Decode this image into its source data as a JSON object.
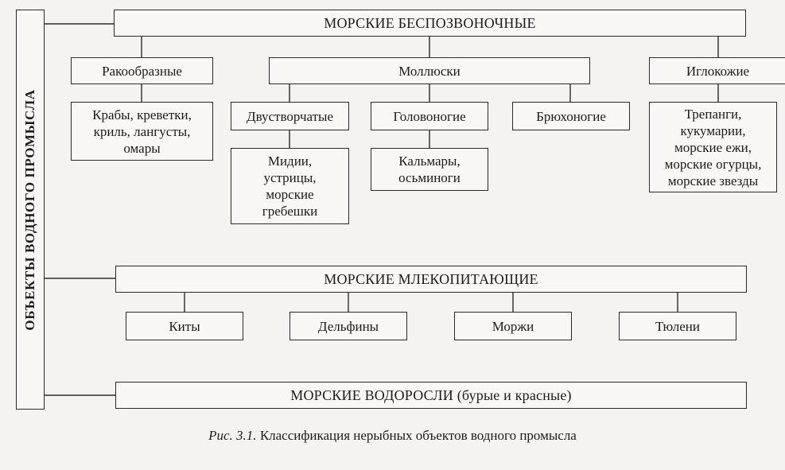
{
  "side_label": "ОБЪЕКТЫ ВОДНОГО ПРОМЫСЛА",
  "invertebrates": {
    "title": "МОРСКИЕ БЕСПОЗВОНОЧНЫЕ",
    "crustaceans": {
      "label": "Ракообразные",
      "examples": "Крабы, креветки,\nкриль, лангусты,\nомары"
    },
    "mollusks": {
      "label": "Моллюски",
      "bivalves": {
        "label": "Двустворчатые",
        "examples": "Мидии,\nустрицы,\nморские\nгребешки"
      },
      "cephalopods": {
        "label": "Головоногие",
        "examples": "Кальмары,\nосьминоги"
      },
      "gastropods": {
        "label": "Брюхоногие"
      }
    },
    "echinoderms": {
      "label": "Иглокожие",
      "examples": "Трепанги,\nкукумарии,\nморские ежи,\nморские огурцы,\nморские звезды"
    }
  },
  "mammals": {
    "title": "МОРСКИЕ МЛЕКОПИТАЮЩИЕ",
    "items": [
      "Киты",
      "Дельфины",
      "Моржи",
      "Тюлени"
    ]
  },
  "algae": {
    "title": "МОРСКИЕ ВОДОРОСЛИ (бурые и красные)"
  },
  "caption": {
    "number": "Рис. 3.1.",
    "text": "Классификация нерыбных объектов водного промысла"
  }
}
